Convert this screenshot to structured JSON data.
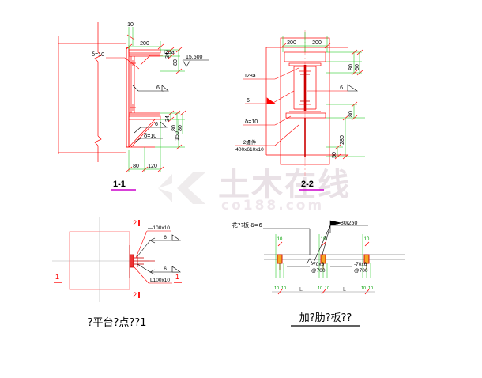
{
  "drawing": {
    "title_sections": [
      "1-1",
      "2-2"
    ],
    "watermark": {
      "text": "土木在线",
      "sub": "co188.com"
    }
  },
  "view_1_1": {
    "label": "1-1",
    "dims": {
      "top_small": "10",
      "top_width": "200",
      "bottom_a": "80",
      "bottom_b": "120",
      "right_h1": "34",
      "right_h2": "80",
      "right_h3": "34",
      "right_h4": "80",
      "right_h5": "80",
      "right_h6": "150"
    },
    "notes": {
      "plate_thickness_top": "ẟ=10",
      "beam": "I28a",
      "elevation": "15.500",
      "weld_1": "6",
      "weld_2": "6",
      "plate_thickness_bottom": "ẟ=10"
    }
  },
  "view_2_2": {
    "label": "2-2",
    "dims": {
      "top_left": "200",
      "top_right": "200",
      "right_a": "80",
      "right_b": "50",
      "right_c": "80",
      "right_d": "280",
      "right_e": "50"
    },
    "notes": {
      "beam": "I28a",
      "weld_left": "6",
      "weld_right": "6",
      "plate_thickness": "ẟ=10",
      "stiffener_line1": "2螺件",
      "stiffener_line2": "400x610x10"
    }
  },
  "view_plan": {
    "section_marks": {
      "left_1": "1",
      "right_1": "1",
      "top_2": "2",
      "bottom_2": "2"
    },
    "notes": {
      "angle_top": "—100x10",
      "weld_top": "6",
      "weld_bottom": "6",
      "angle_bottom": "L100x10"
    },
    "caption": "?平台?点??1"
  },
  "view_rib": {
    "notes": {
      "plate": "花??板 ẟ=6",
      "weld_callout": "4 ⌐80/250",
      "rib_left_line1": "-70x6",
      "rib_left_line2": "@700",
      "rib_right_line1": "-70x6",
      "rib_right_line2": "@700",
      "top_dim_1": "10",
      "top_dim_2": "10",
      "top_dim_3": "10"
    },
    "bottom_dims": {
      "d1_a": "10",
      "d1_b": "10",
      "span_1": "L",
      "d2_a": "10",
      "d2_b": "10",
      "span_2": "L",
      "d3_a": "10",
      "d3_b": "10"
    },
    "caption": "加?肋?板??"
  }
}
